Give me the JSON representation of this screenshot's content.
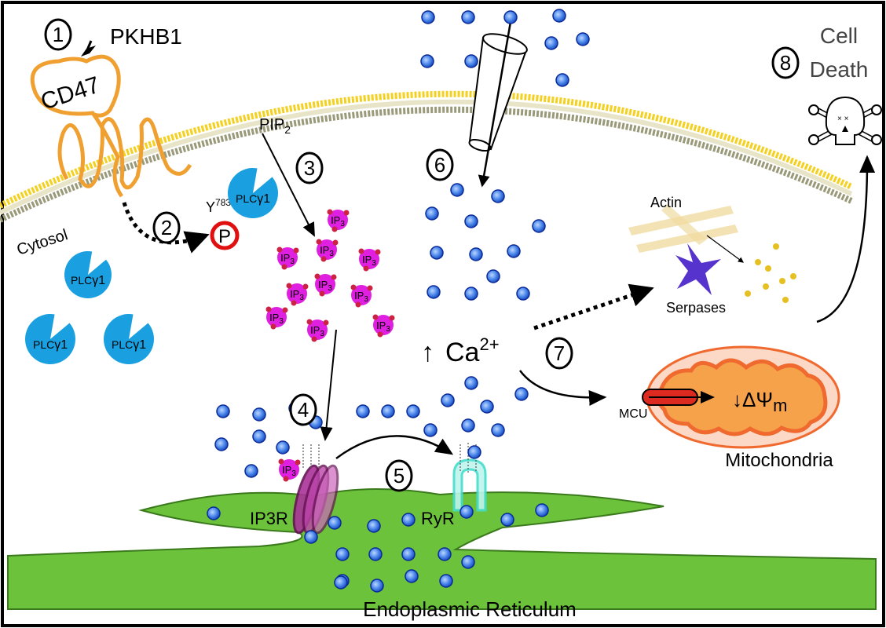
{
  "labels": {
    "pkhb1": "PKHB1",
    "cd47": "CD47",
    "cytosol": "Cytosol",
    "pip2": "PIP",
    "pip2_sub": "2",
    "y783": "Y",
    "y783_sup": "783",
    "phospho": "P",
    "plc": "PLC",
    "gamma1": "γ1",
    "ip3": "IP",
    "ip3_sub": "3",
    "ca": "Ca",
    "ca_sup": "2+",
    "up_arrow": "↑",
    "ip3r_a": "IP",
    "ip3r_sub": "3",
    "ip3r_b": "R",
    "ryr": "RyR",
    "mcu": "MCU",
    "delta_psi": "ΔΨ",
    "delta_psi_sub": "m",
    "down_arrow": "↓",
    "mitochondria": "Mitochondria",
    "actin": "Actin",
    "serpases": "Serpases",
    "cell_death_1": "Cell",
    "cell_death_2": "Death",
    "er": "Endoplasmic Reticulum"
  },
  "steps": [
    "1",
    "2",
    "3",
    "4",
    "5",
    "6",
    "7",
    "8"
  ],
  "colors": {
    "cd47": "#f0a030",
    "plc": "#1aa0e0",
    "ip3": "#e020e0",
    "calcium_fill": "#3a78e6",
    "calcium_stroke": "#0a2a9a",
    "er": "#6cc23a",
    "mito_outer": "#f06a30",
    "mito_inner": "#f5a24a",
    "membrane_top": "#f4d020",
    "membrane_bottom": "#9a9a7a",
    "serpase": "#5533cc",
    "ip3r": "#992288",
    "ryr": "#44ddcc",
    "phospho_ring": "#e01010"
  }
}
